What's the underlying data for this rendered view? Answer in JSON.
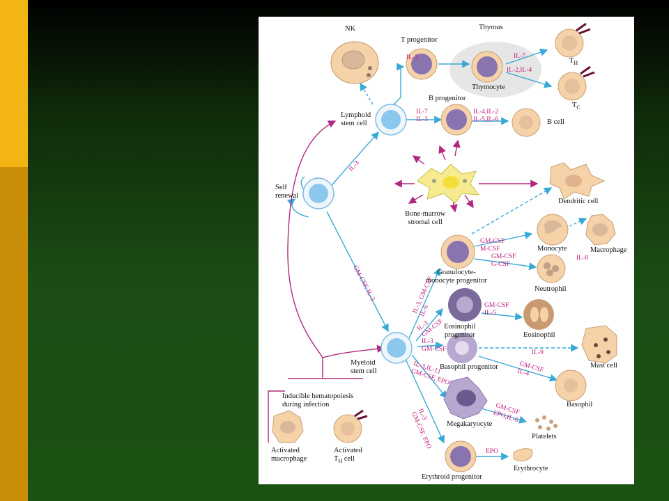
{
  "slide": {
    "accent_colors": {
      "top": "#f2b514",
      "bottom": "#c98d08"
    },
    "background_colors": [
      "#000000",
      "#1a5312"
    ]
  },
  "figure": {
    "colors": {
      "arrow": "#39a9d6",
      "cytokine": "#c2187a",
      "cell_body": "#f5d2a8",
      "nucleus": "#8a74b0",
      "stem_cell": "#8cc8ee",
      "thymus": "#e6e6e6"
    },
    "labels": {
      "nk": "NK",
      "t_progenitor": "T progenitor",
      "thymus": "Thymus",
      "thymocyte": "Thymocyte",
      "th": "T",
      "th_sub": "H",
      "tc": "T",
      "tc_sub": "C",
      "lymphoid_stem_cell": "Lymphoid\nstem cell",
      "b_progenitor": "B progenitor",
      "b_cell": "B cell",
      "self_renewal": "Self\nrenewal",
      "bone_marrow_stromal": "Bone-marrow\nstromal cell",
      "dendritic_cell": "Dendritic cell",
      "monocyte": "Monocyte",
      "macrophage": "Macrophage",
      "granulocyte_monocyte_progenitor": "Granulocyte-\nmonocyte progenitor",
      "neutrophil": "Neutrophil",
      "eosinophil_progenitor": "Eosinophil\nprogenitor",
      "eosinophil": "Eosinophil",
      "myeloid_stem_cell": "Myeloid\nstem cell",
      "basophil_progenitor": "Basophil progenitor",
      "mast_cell": "Mast cell",
      "basophil": "Basophil",
      "megakaryocyte": "Megakaryocyte",
      "platelets": "Platelets",
      "inducible": "Inducible hematopoiesis\nduring infection",
      "activated_macrophage": "Activated\nmacrophage",
      "activated_th": "Activated\nT",
      "activated_th_sub": "H",
      "activated_th_suffix": " cell",
      "erythroid_progenitor": "Erythroid progenitor",
      "erythrocyte": "Erythrocyte"
    },
    "cytokines": {
      "il7_t": "IL-7",
      "il7_thymo": "IL-7",
      "il2_il4": "IL-2,IL-4",
      "il7_il3_b": "IL-7\nIL-3",
      "il4_il2_b": "IL-4,IL-2\nIL-5,IL-6",
      "il3_lymphoid": "IL-3",
      "gmcsf_il3_myeloid": "GM-CSF, IL-3",
      "gmcsf_mcsf": "GM-CSF\nM-CSF",
      "gmcsf_gcsf": "GM-CSF\nG-CSF",
      "il8": "IL-8",
      "il3_gmcsf_il6": "IL-3, GM-CSF\nIL-6",
      "il3_gmcsf_eos": "IL-3\nGM-CSF",
      "gmcsf_il5": "GM-CSF\nIL-5",
      "il3_gmcsf_baso": "IL-3\nGM-CSF",
      "il9": "IL-9",
      "gmcsf_il4": "GM-CSF\nIL-4",
      "il3_il11": "IL-3,IL-11\nGM-CSF, EPO",
      "gmcsf_epo_il6": "GM-CSF\nEPO,IL-6",
      "il3_gmcsf_epo": "IL-3\nGM-CSF, EPO",
      "epo": "EPO"
    }
  }
}
